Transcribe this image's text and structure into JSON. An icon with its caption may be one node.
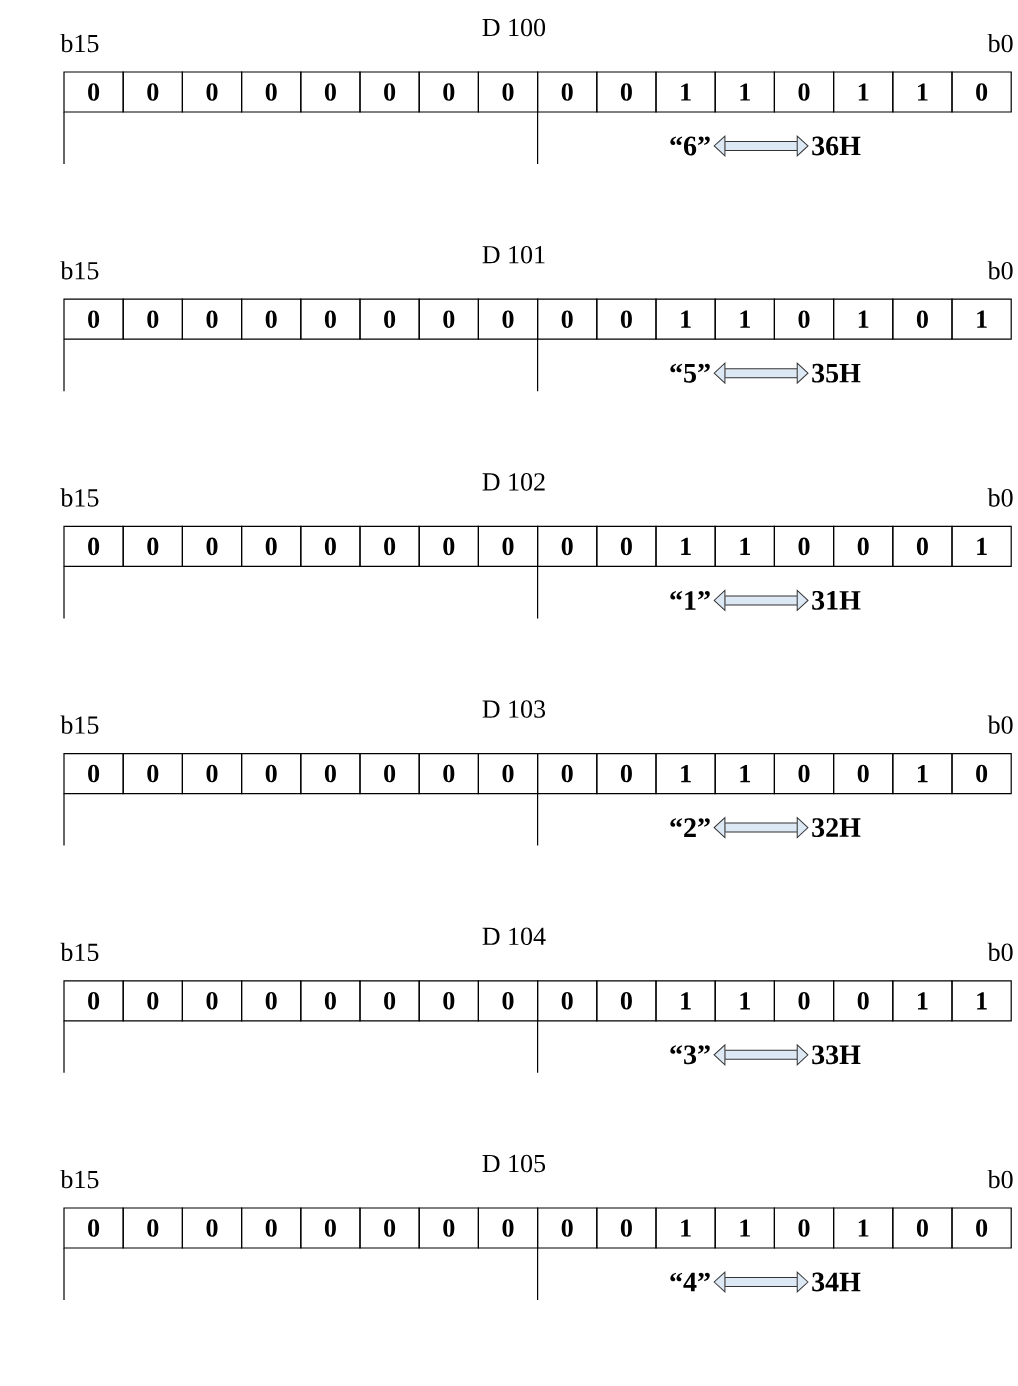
{
  "diagram": {
    "nodes": [
      {
        "text": [
          "“6”"
        ]
      },
      {
        "text": [
          "36H"
        ]
      },
      {
        "text": [
          "“5”"
        ]
      },
      {
        "text": [
          "35H"
        ]
      },
      {
        "text": [
          "“1”"
        ]
      },
      {
        "text": [
          "31H"
        ]
      },
      {
        "text": [
          "“2”"
        ]
      },
      {
        "text": [
          "32H"
        ]
      },
      {
        "text": [
          "“3”"
        ]
      },
      {
        "text": [
          "33H"
        ]
      },
      {
        "text": [
          "“4”"
        ]
      },
      {
        "text": [
          "34H"
        ]
      }
    ],
    "edges": [
      {
        "from": 0,
        "to": 1,
        "arrow": "both"
      },
      {
        "from": 2,
        "to": 3,
        "arrow": "both"
      },
      {
        "from": 4,
        "to": 5,
        "arrow": "both"
      },
      {
        "from": 6,
        "to": 7,
        "arrow": "both"
      },
      {
        "from": 8,
        "to": 9,
        "arrow": "both"
      },
      {
        "from": 10,
        "to": 11,
        "arrow": "both"
      }
    ],
    "labels": [
      "b15",
      "D 100",
      "b0",
      "0",
      "0",
      "0",
      "0",
      "0",
      "0",
      "0",
      "0",
      "0",
      "0",
      "1",
      "1",
      "0",
      "1",
      "1",
      "0",
      "b15",
      "D 101",
      "b0",
      "0",
      "0",
      "0",
      "0",
      "0",
      "0",
      "0",
      "0",
      "0",
      "0",
      "1",
      "1",
      "0",
      "1",
      "0",
      "1",
      "b15",
      "D 102",
      "b0",
      "0",
      "0",
      "0",
      "0",
      "0",
      "0",
      "0",
      "0",
      "0",
      "0",
      "1",
      "1",
      "0",
      "0",
      "0",
      "1",
      "b15",
      "D 103",
      "b0",
      "0",
      "0",
      "0",
      "0",
      "0",
      "0",
      "0",
      "0",
      "0",
      "0",
      "1",
      "1",
      "0",
      "0",
      "1",
      "0",
      "b15",
      "D 104",
      "b0",
      "0",
      "0",
      "0",
      "0",
      "0",
      "0",
      "0",
      "0",
      "0",
      "0",
      "1",
      "1",
      "0",
      "0",
      "1",
      "1",
      "b15",
      "D 105",
      "b0",
      "0",
      "0",
      "0",
      "0",
      "0",
      "0",
      "0",
      "0",
      "0",
      "0",
      "1",
      "1",
      "0",
      "1",
      "0",
      "0"
    ]
  }
}
